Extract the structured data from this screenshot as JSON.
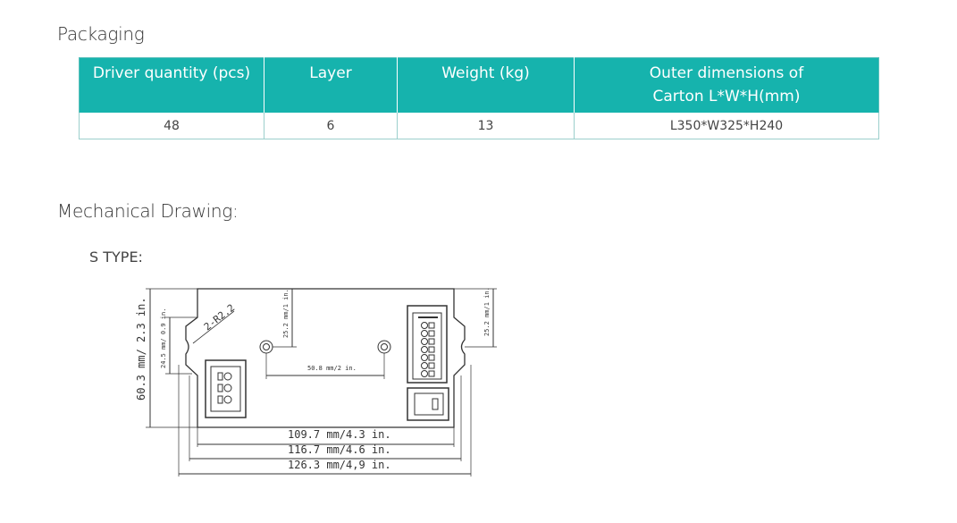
{
  "packaging": {
    "title": "Packaging",
    "headers": [
      "Driver quantity (pcs)",
      "Layer",
      "Weight (kg)",
      "Outer dimensions of Carton L*W*H(mm)"
    ],
    "rows": [
      [
        "48",
        "6",
        "13",
        "L350*W325*H240"
      ]
    ],
    "header_color": "#16b3ad"
  },
  "mechanical": {
    "title": "Mechanical Drawing:",
    "type_label": "S TYPE:",
    "dims": {
      "height": "60.3 mm/ 2.3 in.",
      "mount_offset": "24.5 mm/ 0.9 in.",
      "radius": "2-R2.2",
      "hole_top_left": "25.2 mm/1 in.",
      "hole_top_right": "25.2 mm/1 in.",
      "hole_spacing": "50.8 mm/2 in.",
      "w1": "109.7 mm/4.3 in.",
      "w2": "116.7 mm/4.6 in.",
      "w3": "126.3 mm/4,9 in."
    }
  }
}
